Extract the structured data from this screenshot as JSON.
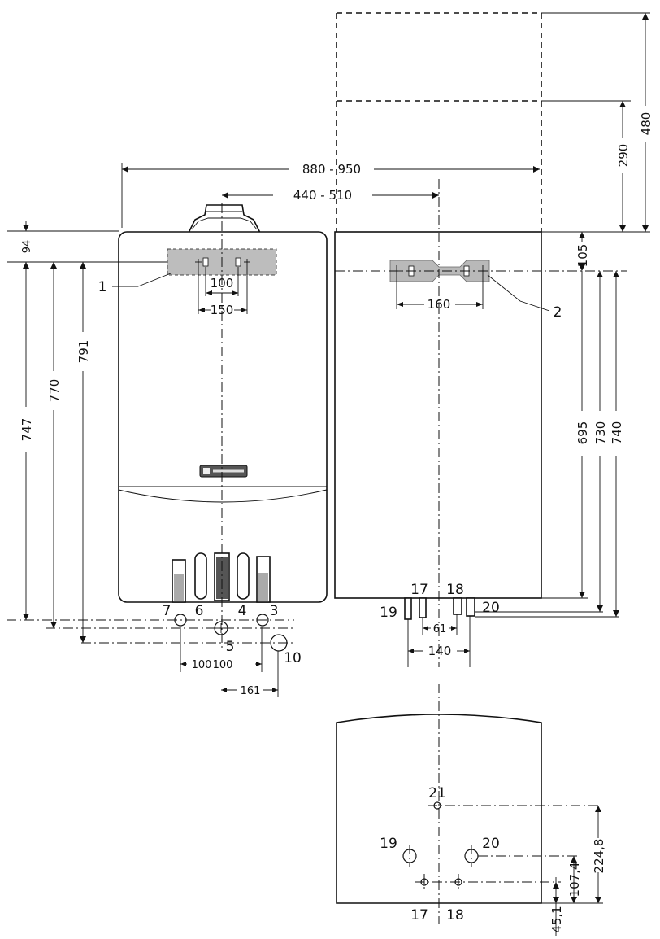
{
  "dimensions": {
    "width_range": "880 - 950",
    "centre_range": "440 - 510",
    "top_clearance": "94",
    "h747": "747",
    "h770": "770",
    "h791": "791",
    "bracket_inner": "100",
    "bracket_outer": "150",
    "conn_spacing_left": "100",
    "conn_spacing_right": "100",
    "conn_161": "161",
    "side_bracket": "160",
    "side_105": "105",
    "side_290": "290",
    "side_480": "480",
    "side_695": "695",
    "side_730": "730",
    "side_740": "740",
    "side_61": "61",
    "side_140": "140",
    "bottom_224": "224,8",
    "bottom_107": "107,4",
    "bottom_45": "45,1"
  },
  "callouts": {
    "c1": "1",
    "c2": "2",
    "c3": "3",
    "c4": "4",
    "c5": "5",
    "c6": "6",
    "c7": "7",
    "c10": "10",
    "c17": "17",
    "c18": "18",
    "c19": "19",
    "c20": "20",
    "c21": "21"
  },
  "views": {
    "front": "front-view",
    "side": "side-view",
    "bottom": "bottom-view"
  },
  "colors": {
    "line": "#111111",
    "bracket_fill": "#bdbdbd",
    "background": "#ffffff"
  }
}
